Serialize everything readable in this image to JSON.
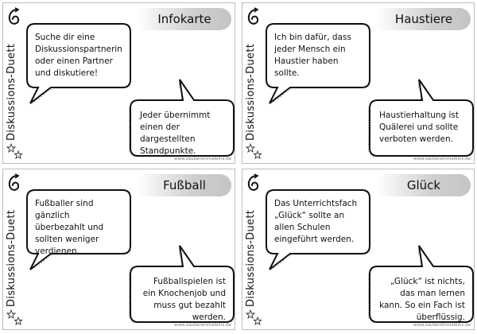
{
  "side_label": "Diskussions-Duett",
  "website": "www.zaubereinmaleins.de",
  "cards": [
    {
      "title": "Infokarte",
      "bubble1": "Suche dir eine Diskussionspartnerin oder einen Partner und diskutiere!",
      "bubble2": "Jeder übernimmt einen der dargestellten Standpunkte."
    },
    {
      "title": "Haustiere",
      "bubble1": "Ich bin dafür, dass jeder Mensch ein Haustier haben sollte.",
      "bubble2": "Haustierhaltung ist Quälerei und sollte verboten werden."
    },
    {
      "title": "Fußball",
      "bubble1": "Fußballer sind gänzlich überbezahlt und sollten weniger verdienen.",
      "bubble2": "Fußballspielen ist ein Knochenjob und muss gut bezahlt werden."
    },
    {
      "title": "Glück",
      "bubble1": "Das Unterrichtsfach „Glück“ sollte an allen Schulen eingeführt werden.",
      "bubble2": "„Glück“ ist nichts, das man lernen kann. So ein Fach ist überflüssig."
    }
  ]
}
